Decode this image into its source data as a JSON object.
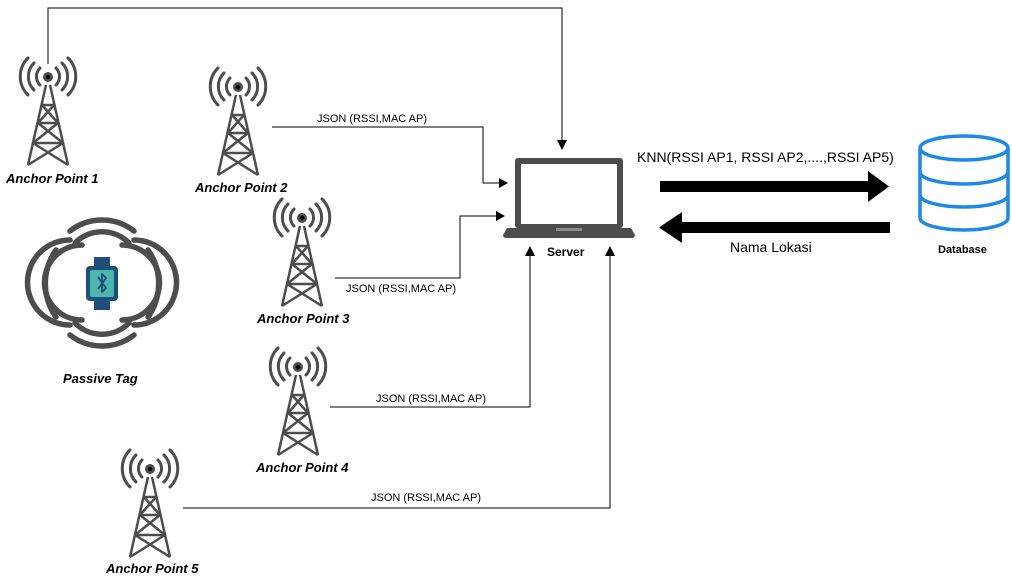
{
  "anchors": [
    {
      "label": "Anchor Point 1"
    },
    {
      "label": "Anchor Point 2"
    },
    {
      "label": "Anchor Point 3"
    },
    {
      "label": "Anchor Point 4"
    },
    {
      "label": "Anchor Point 5"
    }
  ],
  "tag": {
    "label": "Passive Tag"
  },
  "server": {
    "label": "Server"
  },
  "database": {
    "label": "Database"
  },
  "connections": {
    "ap2": "JSON (RSSI,MAC AP)",
    "ap3": "JSON (RSSI,MAC AP)",
    "ap4": "JSON (RSSI,MAC AP)",
    "ap5": "JSON (RSSI,MAC AP)"
  },
  "query": {
    "request": "KNN(RSSI AP1, RSSI AP2,....,RSSI AP5)",
    "response": "Nama Lokasi"
  },
  "colors": {
    "icon": "#4d4d4d",
    "line": "#000000",
    "database": "#1e88e5",
    "tag_screen": "#4db6ac",
    "tag_frame": "#1f4e79"
  }
}
